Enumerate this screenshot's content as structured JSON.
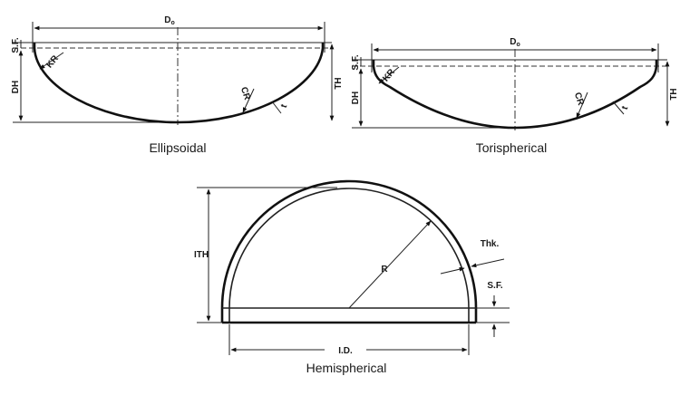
{
  "ellipsoidal": {
    "caption": "Ellipsoidal",
    "labels": {
      "od": "D",
      "od_sub": "o",
      "sf": "S.F.",
      "dh": "DH",
      "th": "TH",
      "kr": "KR",
      "cr": "CR",
      "t": "t"
    }
  },
  "torispherical": {
    "caption": "Torispherical",
    "labels": {
      "od": "D",
      "od_sub": "o",
      "sf": "S.F.",
      "dh": "DH",
      "th": "TH",
      "kr": "KR",
      "cr": "CR",
      "t": "t"
    }
  },
  "hemispherical": {
    "caption": "Hemispherical",
    "labels": {
      "ith": "ITH",
      "r": "R",
      "thk": "Thk.",
      "sf": "S.F.",
      "id": "I.D."
    }
  },
  "colors": {
    "line": "#111111",
    "text": "#1a1a1a"
  }
}
